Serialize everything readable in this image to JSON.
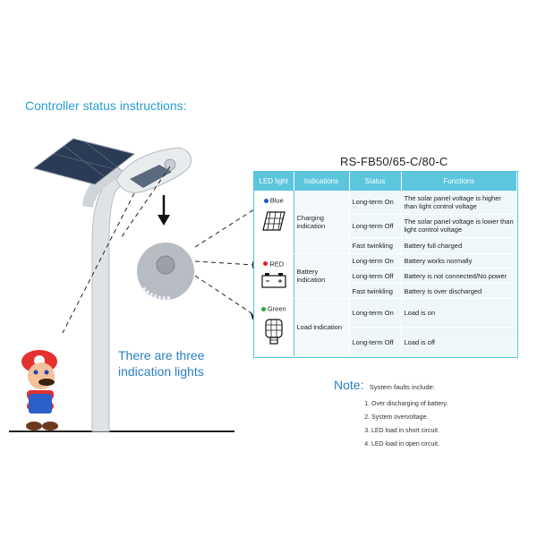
{
  "heading": "Controller status instructions:",
  "model": "RS-FB50/65-C/80-C",
  "callout": "There are three indication lights",
  "table": {
    "headers": [
      "LED light",
      "Indications",
      "Status",
      "Functions"
    ],
    "groups": [
      {
        "light": "Blue",
        "light_color": "#2255cc",
        "icon": "solar-panel-icon",
        "indication": "Charging indication",
        "rows": [
          {
            "status": "Long-term On",
            "function": "The solar panel voltage is higher than light control voltage"
          },
          {
            "status": "Long-term Off",
            "function": "The solar panel voltage is lower than light control voltage"
          },
          {
            "status": "Fast twinkling",
            "function": "Battery full charged"
          }
        ]
      },
      {
        "light": "RED",
        "light_color": "#e02020",
        "icon": "battery-icon",
        "indication": "Battery indication",
        "rows": [
          {
            "status": "Long-term On",
            "function": "Battery works normally"
          },
          {
            "status": "Long-term Off",
            "function": "Battery is not connected/No power"
          },
          {
            "status": "Fast twinkling",
            "function": "Battery is over discharged"
          }
        ]
      },
      {
        "light": "Green",
        "light_color": "#22aa33",
        "icon": "led-bulb-icon",
        "indication": "Load indication",
        "rows": [
          {
            "status": "Long-term On",
            "function": "Load is on"
          },
          {
            "status": "Long-term Off",
            "function": "Load is off"
          }
        ]
      }
    ]
  },
  "note": {
    "title": "Note:",
    "subtitle": "System faults include:",
    "items": [
      "Over discharging of battery.",
      "System overvoltage.",
      "LED load in short circuit.",
      "LED load in open circuit."
    ]
  }
}
